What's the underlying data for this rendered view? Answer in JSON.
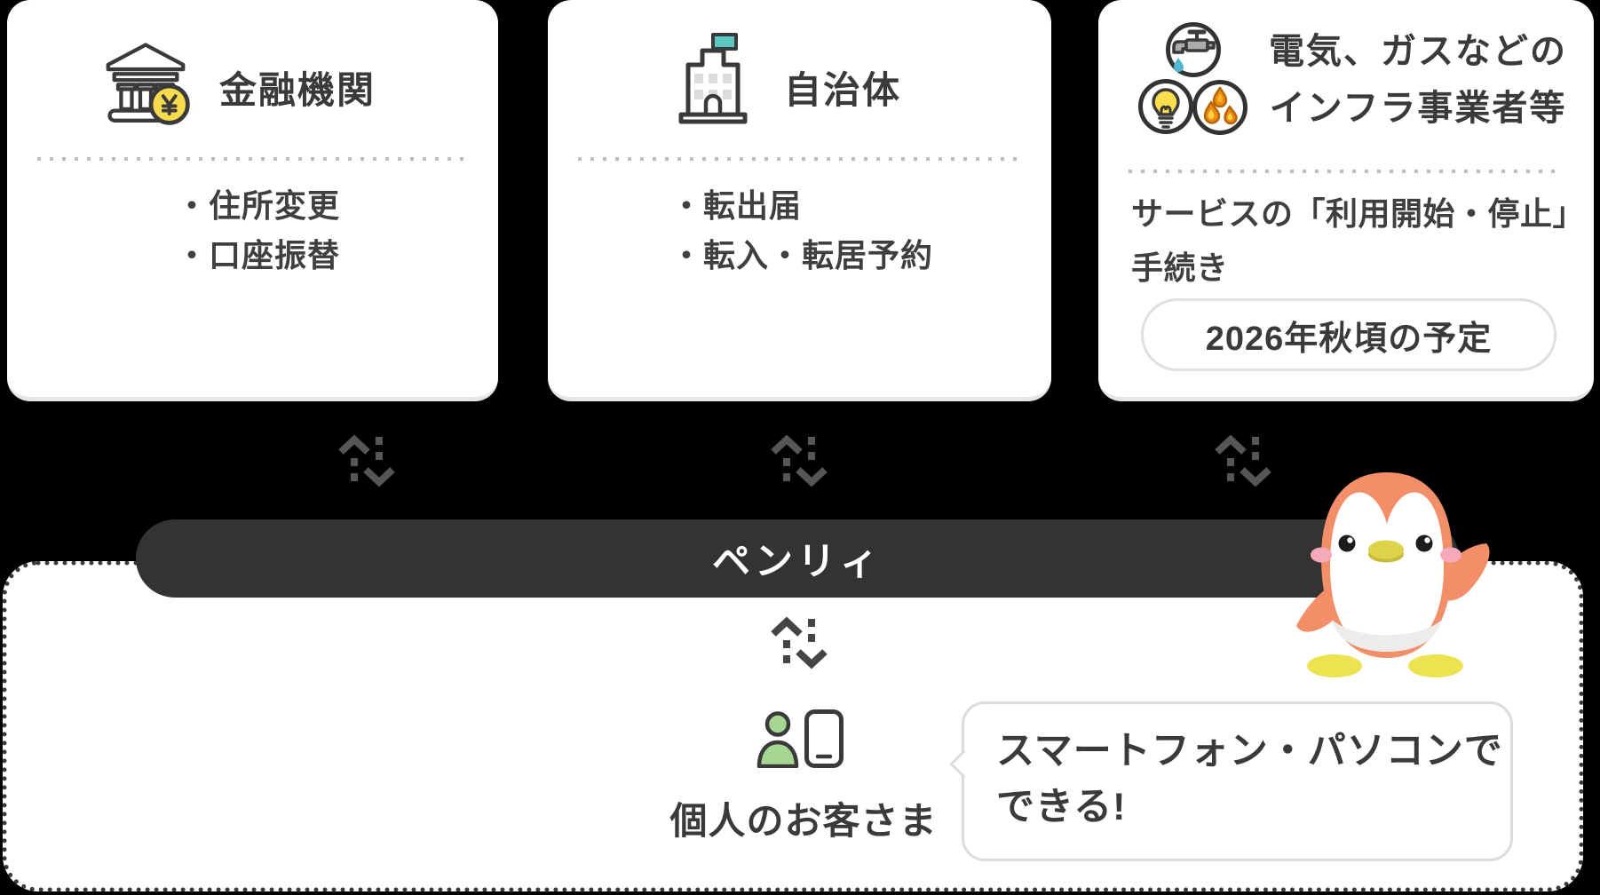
{
  "cards": [
    {
      "icon": "bank-yen-icon",
      "title": "金融機関",
      "bullets": [
        "・住所変更",
        "・口座振替"
      ]
    },
    {
      "icon": "municipal-building-icon",
      "title": "自治体",
      "bullets": [
        "・転出届",
        "・転入・転居予約"
      ]
    },
    {
      "icons": [
        "water-faucet-icon",
        "lightbulb-icon",
        "gas-flame-icon"
      ],
      "title_lines": [
        "電気、ガスなどの",
        "インフラ事業者等"
      ],
      "note_lines": [
        "サービスの「利用開始・停止」",
        "手続き"
      ],
      "badge": "2026年秋頃の予定"
    }
  ],
  "hub": {
    "label": "ペンリィ"
  },
  "customer": {
    "label": "個人のお客さま",
    "icons": [
      "person-icon",
      "smartphone-icon"
    ]
  },
  "speech_bubble": {
    "lines": [
      "スマートフォン・パソコンで",
      "できる!"
    ]
  },
  "mascot": {
    "name": "penguin-mascot"
  },
  "colors": {
    "background": "#000000",
    "card_bg": "#ffffff",
    "text_dark": "#3a3a3a",
    "hub_bar_bg": "#333333",
    "hub_bar_text": "#ffffff",
    "divider_dots": "#bdbdbd",
    "box_dots": "#3a3a3a",
    "coin_yellow": "#f7db4f",
    "flag_teal": "#5bc8c2",
    "water_blue": "#4fb7ce",
    "bulb_yellow": "#fbde4e",
    "flame_orange": "#ee8a0d",
    "person_green": "#a6d694",
    "penguin_coral": "#f28f68",
    "penguin_beak": "#ddd34b",
    "penguin_cheek": "#f7a9bc",
    "feet_yellow": "#ede24f",
    "arrow_gray": "#4c4c4c"
  }
}
